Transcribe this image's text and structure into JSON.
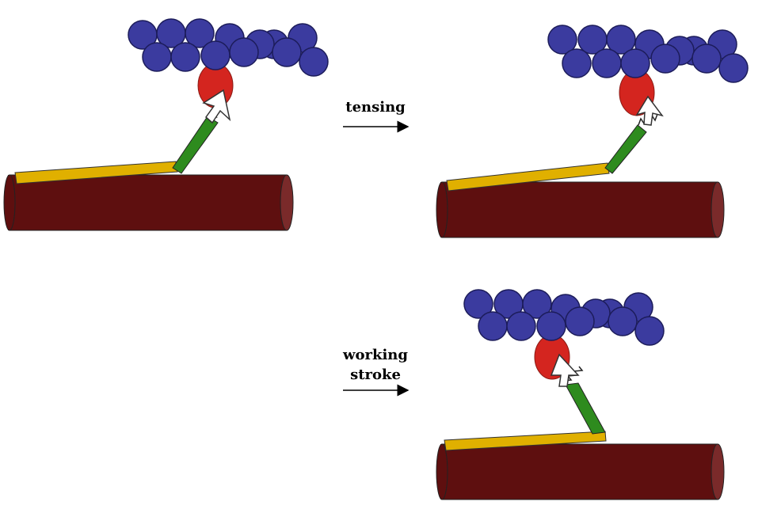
{
  "labels": {
    "tensing": "tensing",
    "working_line1": "working",
    "working_line2": "stroke"
  },
  "colors": {
    "filament_bead": "#3b3b9f",
    "myosin_head": "#d4251f",
    "lever_arm": "#2e8b1e",
    "thick_filament": "#e0b000",
    "cylinder_body": "#5e0f0f"
  }
}
